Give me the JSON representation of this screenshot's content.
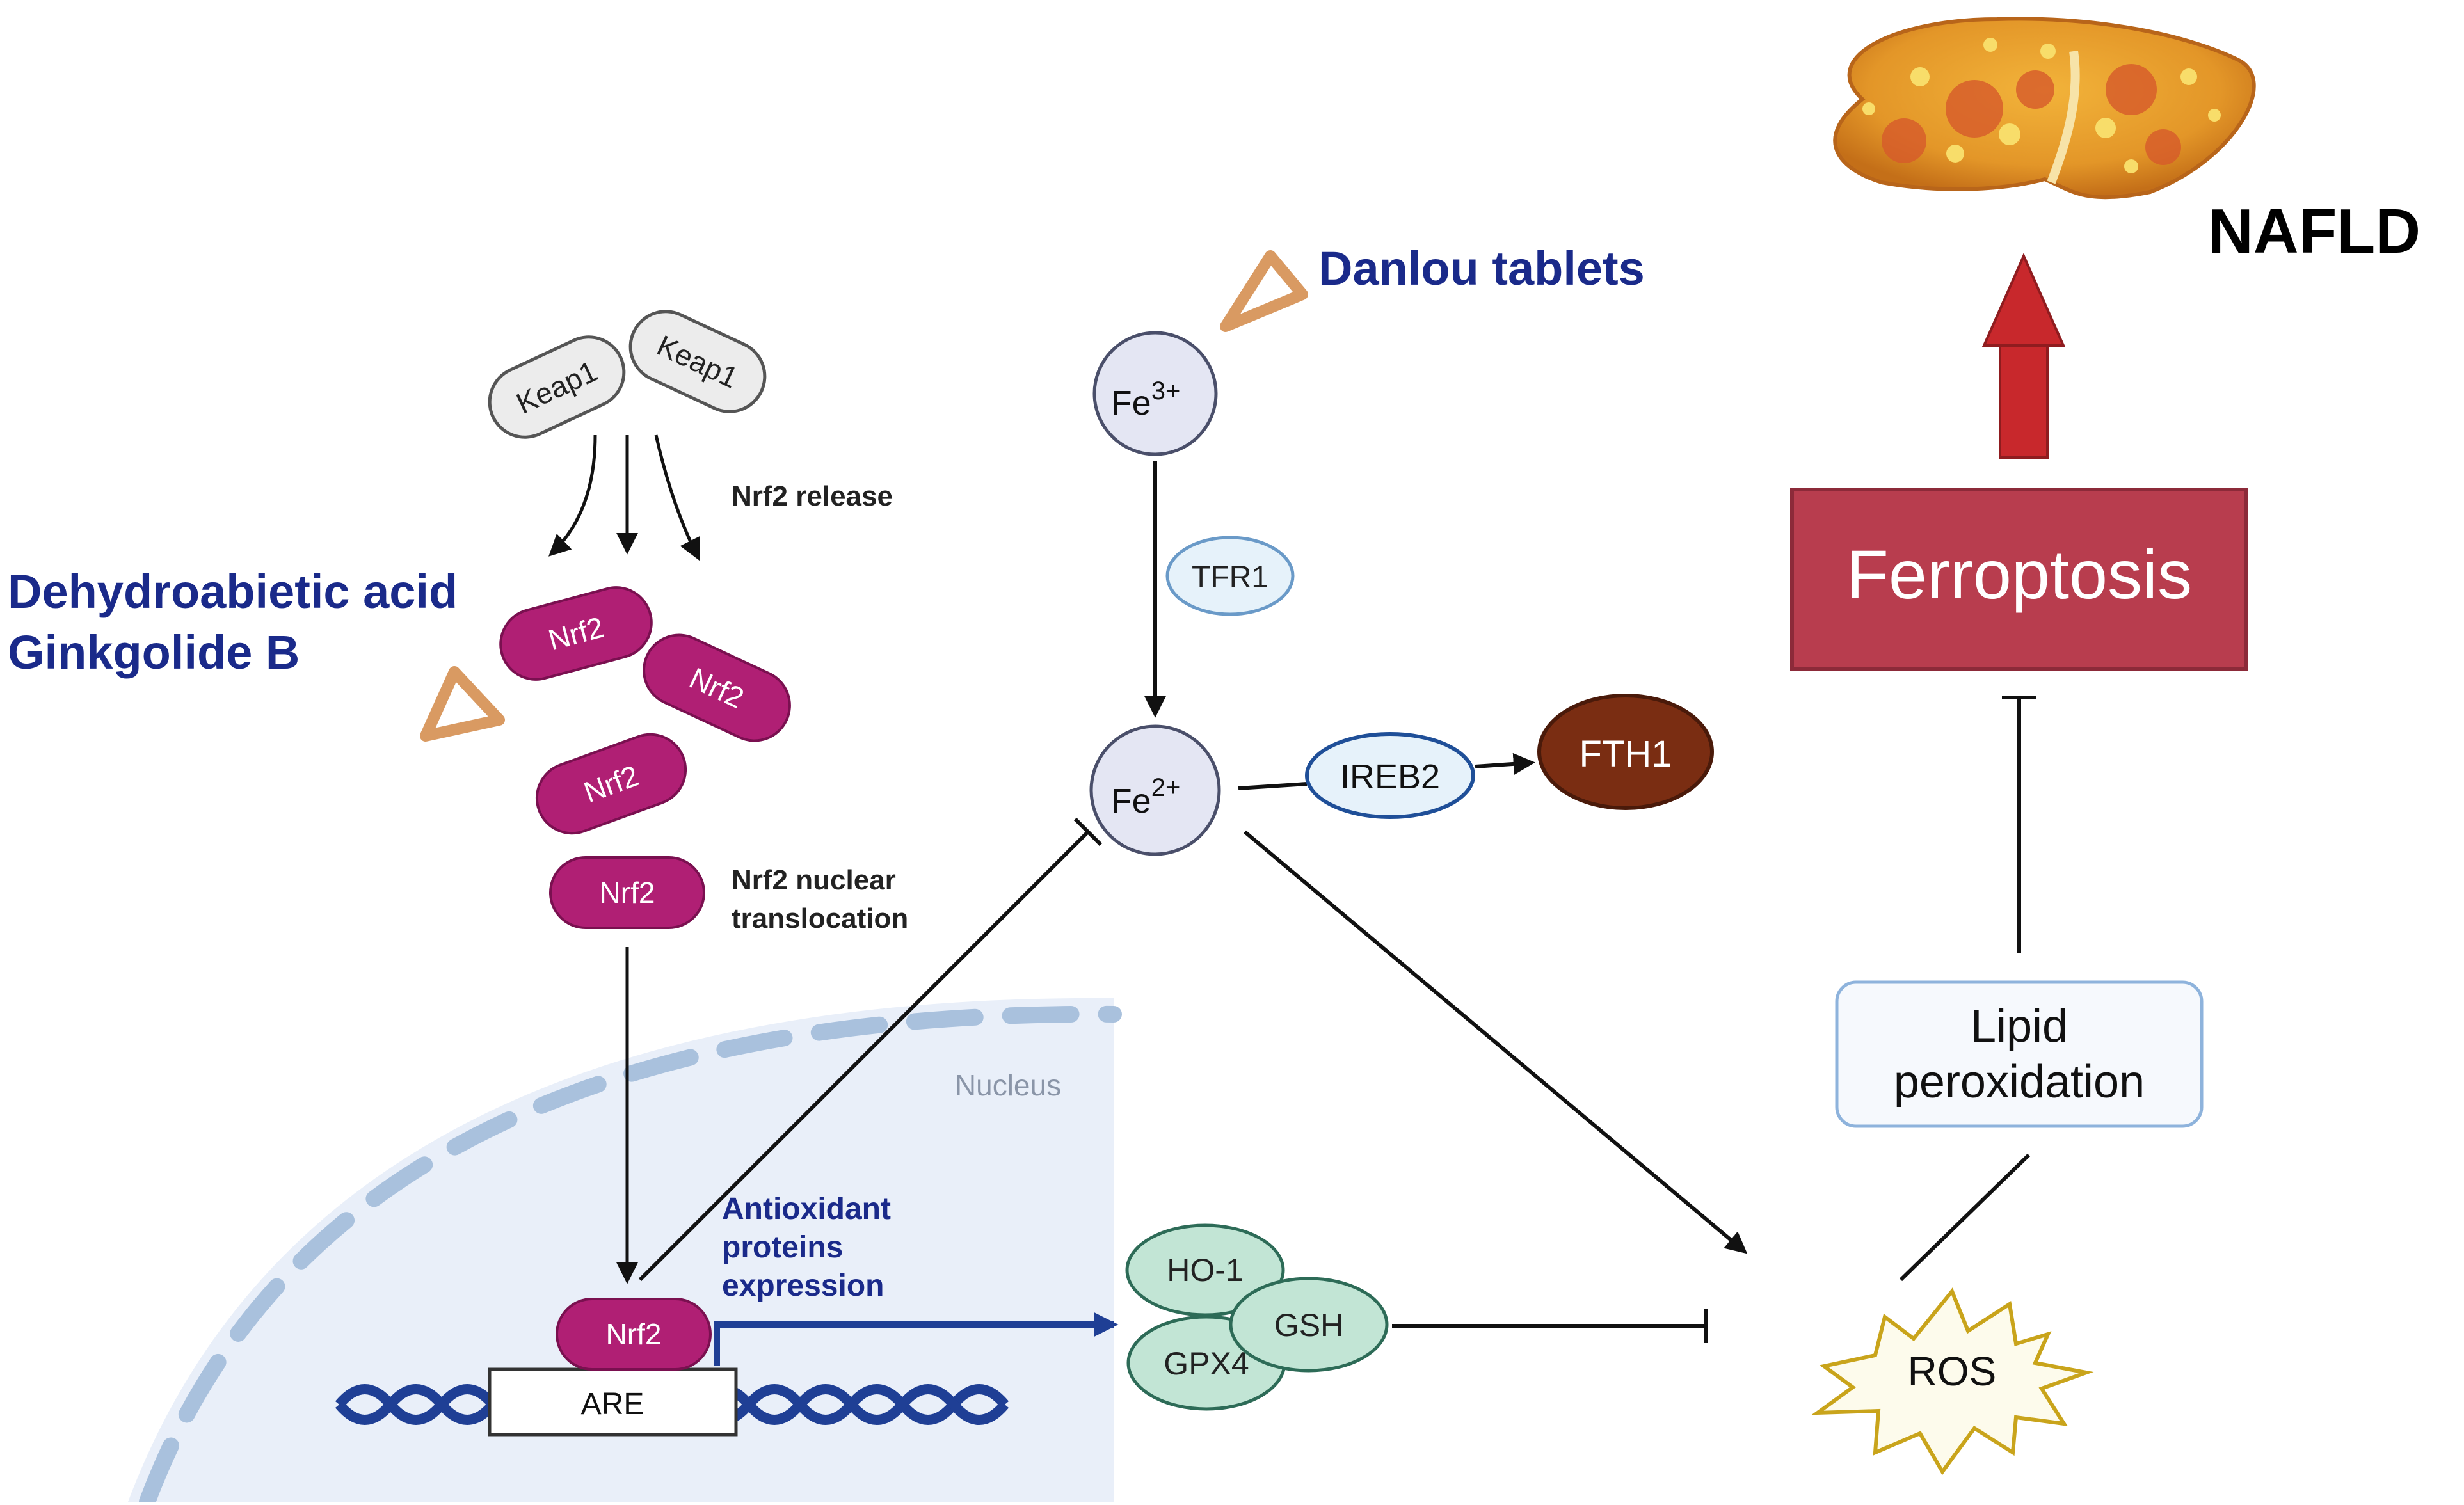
{
  "labels": {
    "nafld": "NAFLD",
    "danlou": "Danlou tablets",
    "dehydro": "Dehydroabietic acid",
    "ginkgolide": "Ginkgolide B",
    "keap1_a": "Keap1",
    "keap1_b": "Keap1",
    "nrf2_release": "Nrf2 release",
    "nrf2_1": "Nrf2",
    "nrf2_2": "Nrf2",
    "nrf2_3": "Nrf2",
    "nrf2_4": "Nrf2",
    "nrf2_nuclear": "Nrf2",
    "translocation_1": "Nrf2 nuclear",
    "translocation_2": "translocation",
    "nucleus": "Nucleus",
    "fe3_base": "Fe",
    "fe3_sup": "3+",
    "fe2_base": "Fe",
    "fe2_sup": "2+",
    "tfr1": "TFR1",
    "ireb2": "IREB2",
    "fth1": "FTH1",
    "ferroptosis": "Ferroptosis",
    "lipid_1": "Lipid",
    "lipid_2": "peroxidation",
    "ros": "ROS",
    "antiox_1": "Antioxidant",
    "antiox_2": "proteins",
    "antiox_3": "expression",
    "ho1": "HO-1",
    "gsh": "GSH",
    "gpx4": "GPX4",
    "are": "ARE"
  },
  "colors": {
    "navy_text": "#1a2a8a",
    "nrf2_fill": "#b01f74",
    "keap1_fill": "#ececec",
    "fe_fill": "#e4e6f3",
    "tfr1_fill": "#e6f2fa",
    "fth1_fill": "#7a2d12",
    "ferroptosis_fill": "#b83d4e",
    "nucleus_fill": "#e9eff9",
    "antiox_fill": "#c2e5d5",
    "arrow_red": "#c8282c",
    "dna_blue": "#1f3f95",
    "drug_marker": "#d99a62"
  }
}
